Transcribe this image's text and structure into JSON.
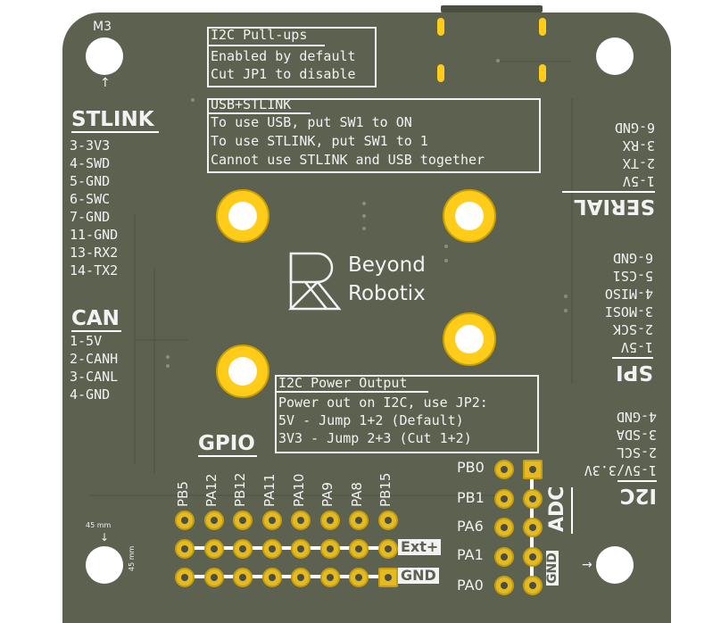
{
  "labels": {
    "m3": "M3",
    "i2c_pullups": {
      "title": "I2C Pull-ups",
      "line1": "Enabled by default",
      "line2": "Cut JP1 to disable"
    },
    "usb_stlink": {
      "title": "USB+STLINK",
      "line1": "To use USB, put SW1 to ON",
      "line2": "To use STLINK, put SW1 to 1",
      "line3": "Cannot use STLINK and USB together"
    },
    "stlink": {
      "title": "STLINK",
      "pins": [
        "3-3V3",
        "4-SWD",
        "5-GND",
        "6-SWC",
        "7-GND",
        "11-GND",
        "13-RX2",
        "14-TX2"
      ]
    },
    "can": {
      "title": "CAN",
      "pins": [
        "1-5V",
        "2-CANH",
        "3-CANL",
        "4-GND"
      ]
    },
    "serial": {
      "title": "SERIAL",
      "pins": [
        "6-GND",
        "3-RX",
        "2-TX",
        "1-5V"
      ]
    },
    "spi": {
      "title": "SPI",
      "pins": [
        "6-GND",
        "5-CS1",
        "4-MISO",
        "3-MOSI",
        "2-SCK",
        "1-5V"
      ]
    },
    "i2c": {
      "title": "I2C",
      "pins": [
        "4-GND",
        "3-SDA",
        "2-SCL",
        "1-5V/3.3V"
      ]
    },
    "i2c_power": {
      "title": "I2C Power Output",
      "line1": "Power out on I2C, use JP2:",
      "line2": "5V - Jump 1+2 (Default)",
      "line3": "3V3 - Jump 2+3 (Cut 1+2)"
    },
    "gpio": {
      "title": "GPIO",
      "pins": [
        "PB5",
        "PA12",
        "PB12",
        "PA11",
        "PA10",
        "PA9",
        "PA8",
        "PB15"
      ],
      "ext_label": "Ext+",
      "gnd_label": "GND"
    },
    "adc": {
      "title": "ADC",
      "pins": [
        "PB0",
        "PB1",
        "PA6",
        "PA1",
        "PA0"
      ],
      "gnd_label": "GND"
    },
    "logo": {
      "line1": "Beyond",
      "line2": "Robotix"
    },
    "dimension": "45 mm"
  },
  "colors": {
    "board": "#5c6150",
    "silkscreen": "#f2f2f2",
    "gold": "#ffcc1a"
  }
}
